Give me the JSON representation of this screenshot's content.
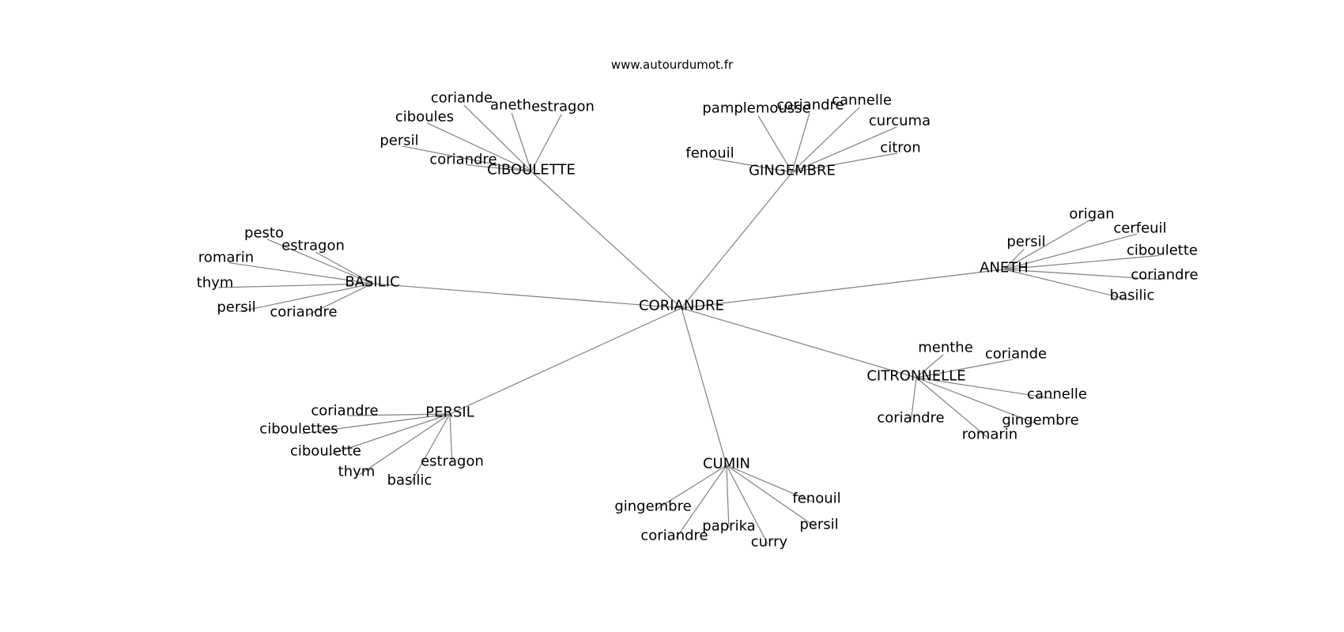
{
  "site": "www.autourdumot.fr",
  "root": "CORIANDRE",
  "branches": [
    {
      "label": "CIBOULETTE",
      "leaves": [
        "coriande",
        "aneth",
        "estragon",
        "ciboules",
        "persil",
        "coriandre"
      ]
    },
    {
      "label": "GINGEMBRE",
      "leaves": [
        "pamplemousse",
        "coriandre",
        "cannelle",
        "curcuma",
        "fenouil",
        "citron"
      ]
    },
    {
      "label": "BASILIC",
      "leaves": [
        "pesto",
        "estragon",
        "romarin",
        "thym",
        "persil",
        "coriandre"
      ]
    },
    {
      "label": "ANETH",
      "leaves": [
        "origan",
        "cerfeuil",
        "persil",
        "ciboulette",
        "coriandre",
        "basilic"
      ]
    },
    {
      "label": "CITRONNELLE",
      "leaves": [
        "menthe",
        "coriande",
        "cannelle",
        "gingembre",
        "coriandre",
        "romarin"
      ]
    },
    {
      "label": "PERSIL",
      "leaves": [
        "coriandre",
        "ciboulettes",
        "ciboulette",
        "thym",
        "estragon",
        "basilic"
      ]
    },
    {
      "label": "CUMIN",
      "leaves": [
        "gingembre",
        "fenouil",
        "coriandre",
        "paprika",
        "persil",
        "curry"
      ]
    }
  ]
}
